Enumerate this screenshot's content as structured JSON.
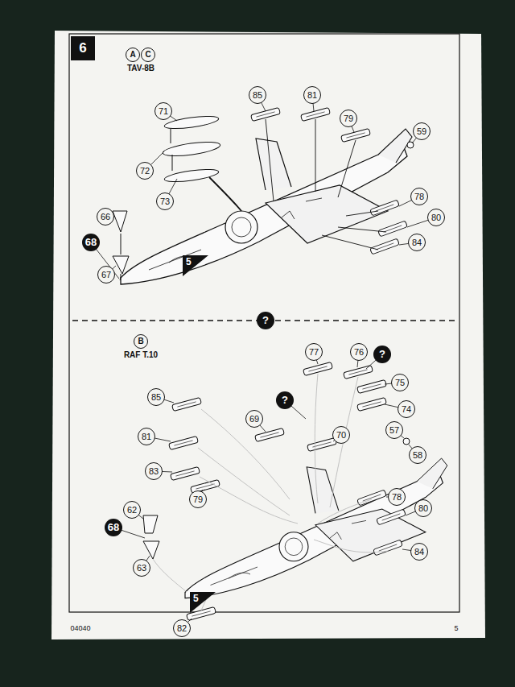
{
  "diagram": {
    "labels": [
      "6",
      "A",
      "C",
      "TAV-8B",
      "85",
      "81",
      "79",
      "59",
      "71",
      "72",
      "73",
      "66",
      "68",
      "67",
      "5",
      "78",
      "80",
      "84",
      "?",
      "B",
      "RAF T.10",
      "77",
      "76",
      "?",
      "75",
      "74",
      "85",
      "69",
      "?",
      "70",
      "57",
      "58",
      "81",
      "83",
      "79",
      "62",
      "68",
      "63",
      "78",
      "80",
      "84",
      "5",
      "82",
      "04040",
      "5"
    ]
  }
}
